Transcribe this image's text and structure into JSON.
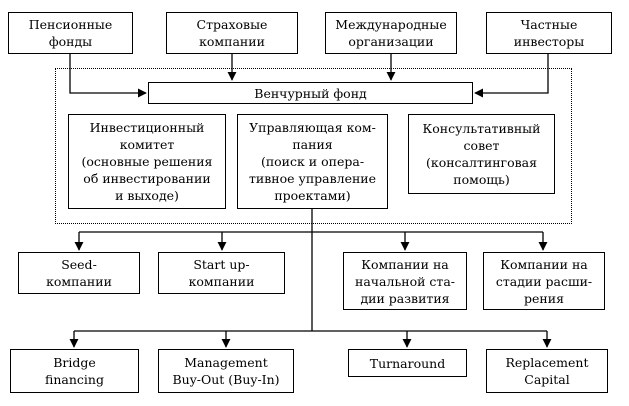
{
  "sources": {
    "pension_funds": [
      "Пенсионные",
      "фонды"
    ],
    "insurance_companies": [
      "Страховые",
      "компании"
    ],
    "international_orgs": [
      "Международные",
      "организации"
    ],
    "private_investors": [
      "Частные",
      "инвесторы"
    ]
  },
  "venture_fund": {
    "title": [
      "Венчурный фонд"
    ],
    "investment_committee": [
      "Инвестиционный",
      "комитет",
      "(основные решения",
      "об инвестировании",
      "и выходе)"
    ],
    "management_company": [
      "Управляющая ком-",
      "пания",
      "(поиск и опера-",
      "тивное управление",
      "проектами)"
    ],
    "advisory_board": [
      "Консультативный",
      "совет",
      "(консалтинговая",
      "помощь)"
    ]
  },
  "investment_targets": {
    "seed": [
      "Seed-",
      "компании"
    ],
    "startup": [
      "Start up-",
      "компании"
    ],
    "early_stage": [
      "Компании на",
      "начальной ста-",
      "дии развития"
    ],
    "expansion_stage": [
      "Компании на",
      "стадии расши-",
      "рения"
    ]
  },
  "financing_types": {
    "bridge": [
      "Bridge",
      "financing"
    ],
    "management_buyout": [
      "Management",
      "Buy-Out (Buy-In)"
    ],
    "turnaround": [
      "Turnaround"
    ],
    "replacement": [
      "Replacement",
      "Capital"
    ]
  }
}
